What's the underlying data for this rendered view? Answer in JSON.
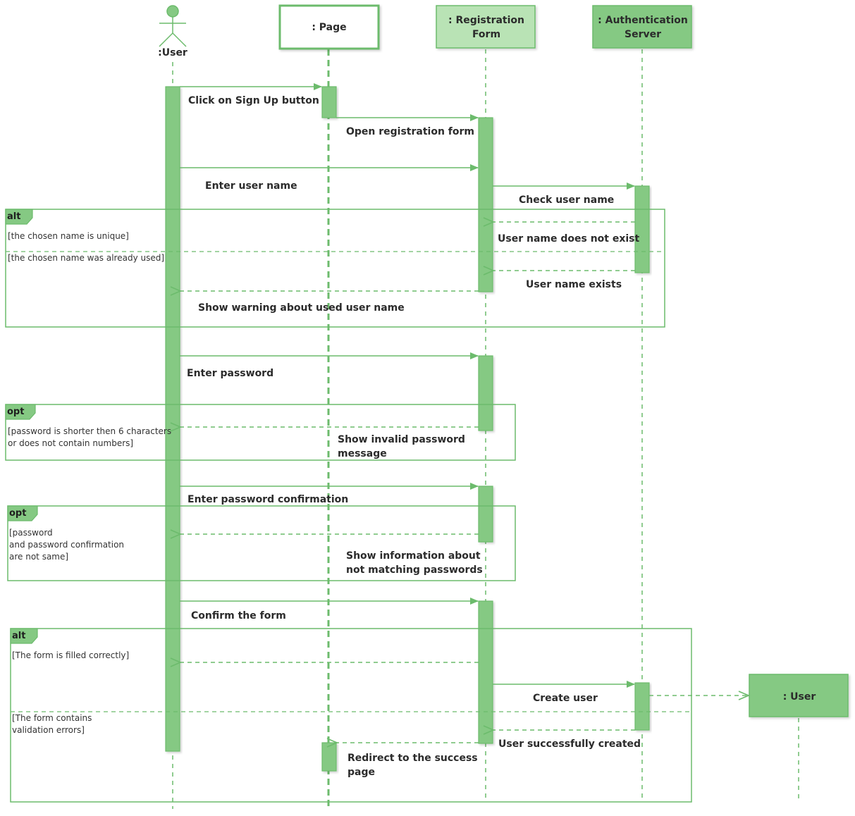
{
  "colors": {
    "accent": "#6cbb6c",
    "bar_fill": "#85c983",
    "light_fill": "#b9e3b5",
    "frame": "#6cbb6c",
    "text": "#2b2b2b"
  },
  "participants": {
    "user_actor": ":User",
    "page": ": Page",
    "registration_form": [
      ": Registration",
      "Form"
    ],
    "auth_server": [
      ": Authentication",
      "Server"
    ],
    "created_user": ": User"
  },
  "messages": {
    "click_sign_up": "Click on Sign Up button",
    "open_form": "Open registration form",
    "enter_user_name": "Enter user name",
    "check_user_name": "Check user name",
    "name_not_exist": "User name does not exist",
    "name_exists": "User name exists",
    "show_warning": "Show warning about used user name",
    "enter_password": "Enter password",
    "show_invalid_password": [
      "Show invalid password",
      "message"
    ],
    "enter_confirmation": "Enter password confirmation",
    "show_not_matching": [
      "Show information about",
      "not matching passwords"
    ],
    "confirm_form": "Confirm the form",
    "create_user": "Create user",
    "user_created": "User successfully created",
    "redirect_success": [
      "Redirect to the success",
      "page"
    ]
  },
  "fragments": {
    "alt_name": {
      "tag": "alt",
      "guard_1": "[the chosen name is unique]",
      "guard_2": "[the chosen name was already used]"
    },
    "opt_password": {
      "tag": "opt",
      "guard": [
        "[password is shorter then 6 characters",
        "or does not contain numbers]"
      ]
    },
    "opt_confirmation": {
      "tag": "opt",
      "guard": [
        "[password",
        "and password confirmation",
        "are not same]"
      ]
    },
    "alt_form": {
      "tag": "alt",
      "guard_1": "[The form is filled correctly]",
      "guard_2": [
        "[The form contains",
        "validation errors]"
      ]
    }
  }
}
